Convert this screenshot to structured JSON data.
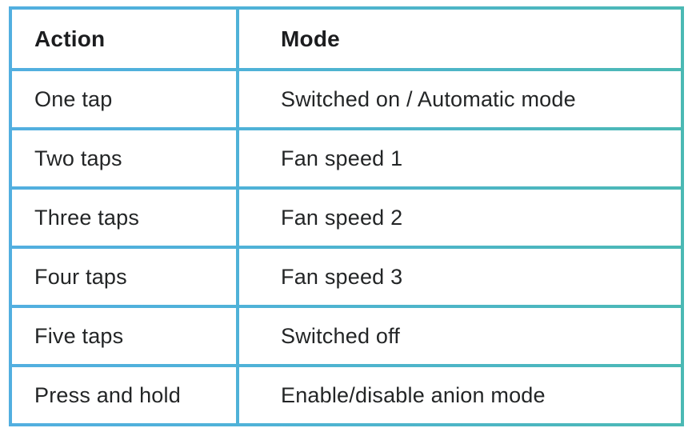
{
  "table": {
    "header": {
      "action": "Action",
      "mode": "Mode"
    },
    "rows": [
      {
        "action": "One tap",
        "mode": "Switched on / Automatic mode"
      },
      {
        "action": "Two taps",
        "mode": "Fan speed 1"
      },
      {
        "action": "Three taps",
        "mode": "Fan speed 2"
      },
      {
        "action": "Four taps",
        "mode": "Fan speed 3"
      },
      {
        "action": "Five taps",
        "mode": "Switched off"
      },
      {
        "action": "Press and hold",
        "mode": "Enable/disable anion mode"
      }
    ],
    "colors": {
      "border_gradient_start": "#52AFE0",
      "border_gradient_end": "#4BB9B4",
      "text": "#232526",
      "cell_background": "#FFFFFF"
    }
  }
}
